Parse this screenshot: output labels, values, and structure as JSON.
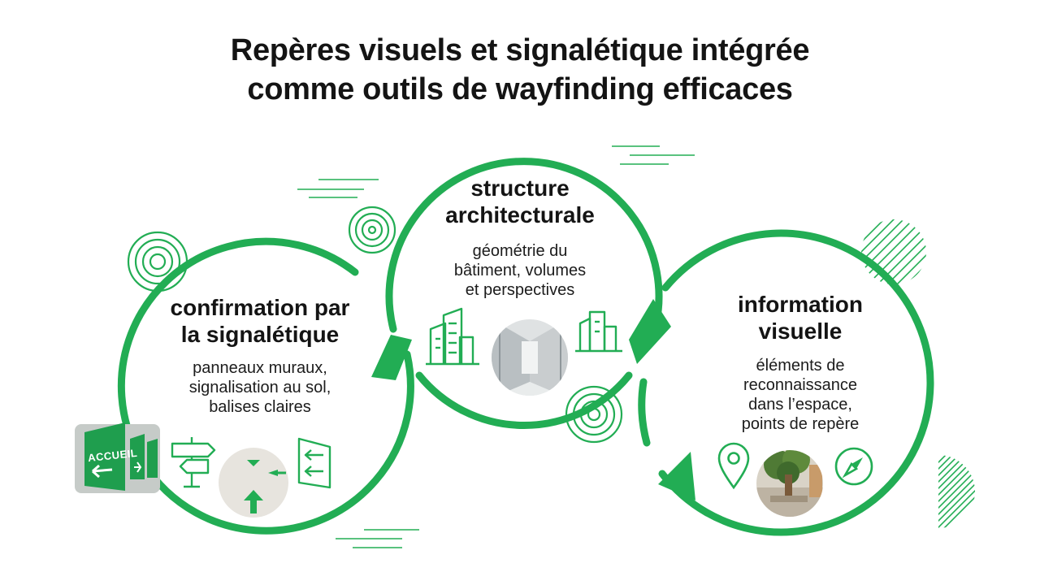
{
  "title": {
    "line1": "Repères visuels et signalétique intégrée",
    "line2": "comme outils de wayfinding efficaces"
  },
  "colors": {
    "accent": "#22ad54",
    "text": "#141414",
    "background": "#ffffff"
  },
  "nodes": {
    "left": {
      "heading_line1": "confirmation par",
      "heading_line2": "la signalétique",
      "desc_line1": "panneaux muraux,",
      "desc_line2": "signalisation au sol,",
      "desc_line3": "balises claires",
      "icons": [
        "signpost-icon",
        "arrow-board-icon"
      ],
      "photo_sign_text": "ACCUEIL"
    },
    "center": {
      "heading_line1": "structure",
      "heading_line2": "architecturale",
      "desc_line1": "géométrie du",
      "desc_line2": "bâtiment, volumes",
      "desc_line3": "et perspectives",
      "icons": [
        "buildings-icon",
        "building-outline-icon"
      ]
    },
    "right": {
      "heading_line1": "information",
      "heading_line2": "visuelle",
      "desc_line1": "éléments de",
      "desc_line2": "reconnaissance",
      "desc_line3": "dans l’espace,",
      "desc_line4": "points de repère",
      "icons": [
        "location-pin-icon",
        "compass-icon"
      ]
    }
  }
}
